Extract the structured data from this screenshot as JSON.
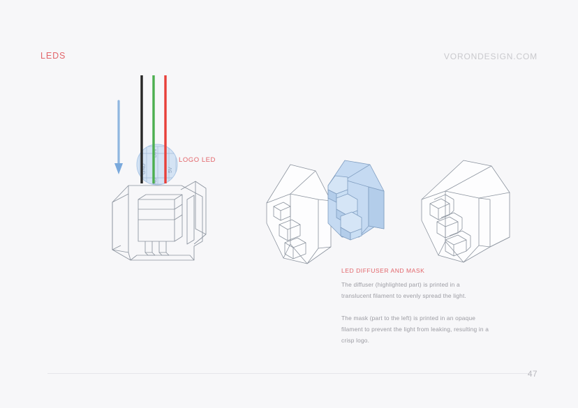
{
  "page": {
    "background_color": "#f7f7f9",
    "title": "LEDS",
    "brand": "VORONDESIGN.COM",
    "page_number": "47",
    "accent_color": "#e2656a",
    "muted_color": "#9b9ba2",
    "line_color": "#6f7884",
    "highlight_color": "#bcd4ef"
  },
  "figures": {
    "left": {
      "name": "led-wiring-assembly",
      "arrow": {
        "name": "insertion-arrow",
        "direction": "down",
        "color": "#7aa9dc"
      },
      "wires": [
        {
          "name": "wire-black",
          "color": "#262626",
          "signal": "DIN"
        },
        {
          "name": "wire-green",
          "color": "#4caf50",
          "signal": "GND"
        },
        {
          "name": "wire-red",
          "color": "#e8403a",
          "signal": "5V"
        }
      ],
      "magnifier": {
        "name": "wiring-detail-magnifier",
        "fill": "#bcd4ef",
        "labels": [
          "GND",
          "DIN",
          "GND",
          "5V"
        ]
      },
      "callout": "LOGO LED"
    },
    "middle": {
      "name": "diffuser-and-mask-exploded",
      "parts": [
        {
          "name": "led-mask-part",
          "style": "outline"
        },
        {
          "name": "led-diffuser-part",
          "style": "highlighted",
          "fill": "#bcd4ef"
        }
      ]
    },
    "right": {
      "name": "diffuser-mask-assembled",
      "parts": [
        {
          "name": "assembled-led-module",
          "style": "outline"
        }
      ]
    }
  },
  "caption": {
    "title": "LED DIFFUSER AND MASK",
    "paragraphs": [
      "The diffuser (highlighted part) is printed in a translucent filament to evenly spread the light.",
      "The mask (part to the left) is printed in an opaque filament to prevent the light from leaking, resulting in a crisp logo."
    ]
  }
}
